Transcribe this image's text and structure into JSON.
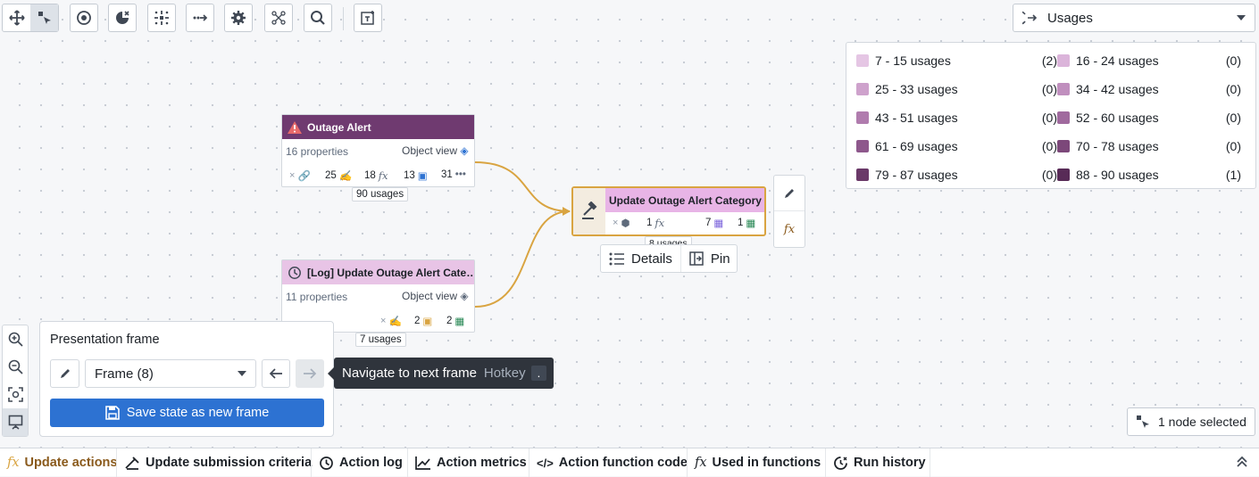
{
  "toolbar": {
    "buttons": [
      "move-icon",
      "select-icon",
      "target-icon",
      "pie-settings-icon",
      "layout-icon",
      "connect-icon",
      "gear-icon",
      "scatter-icon",
      "search-icon",
      "add-text-icon"
    ]
  },
  "usages_select": {
    "label": "Usages"
  },
  "legend": {
    "items": [
      {
        "label": "7 - 15 usages",
        "count": "(2)",
        "color": "#e5c6e4"
      },
      {
        "label": "16 - 24 usages",
        "count": "(0)",
        "color": "#dbb4da"
      },
      {
        "label": "25 - 33 usages",
        "count": "(0)",
        "color": "#cea2cc"
      },
      {
        "label": "34 - 42 usages",
        "count": "(0)",
        "color": "#c08fbe"
      },
      {
        "label": "43 - 51 usages",
        "count": "(0)",
        "color": "#b07cae"
      },
      {
        "label": "52 - 60 usages",
        "count": "(0)",
        "color": "#a06a9e"
      },
      {
        "label": "61 - 69 usages",
        "count": "(0)",
        "color": "#8e588c"
      },
      {
        "label": "70 - 78 usages",
        "count": "(0)",
        "color": "#7c487a"
      },
      {
        "label": "79 - 87 usages",
        "count": "(0)",
        "color": "#6a3968"
      },
      {
        "label": "88 - 90 usages",
        "count": "(1)",
        "color": "#582b57"
      }
    ]
  },
  "nodes": {
    "outage_alert": {
      "title": "Outage Alert",
      "header_color": "#6f3a70",
      "properties": "16 properties",
      "object_view": "Object view",
      "stats": [
        "25",
        "18",
        "13",
        "31"
      ],
      "usages": "90 usages"
    },
    "log_update": {
      "title": "[Log] Update Outage Alert Cate…",
      "header_color": "#e8c4e6",
      "properties": "11 properties",
      "object_view": "Object view",
      "stats": [
        "2",
        "2"
      ],
      "usages": "7 usages"
    },
    "action": {
      "title": "Update Outage Alert Category",
      "stats": [
        "1",
        "7",
        "1"
      ],
      "usages": "8 usages"
    }
  },
  "node_menu": {
    "details": "Details",
    "pin": "Pin"
  },
  "presentation": {
    "title": "Presentation frame",
    "frame_value": "Frame (8)",
    "save_label": "Save state as new frame"
  },
  "tooltip": {
    "text": "Navigate to next frame",
    "hotkey_label": "Hotkey",
    "hotkey": "."
  },
  "selection": {
    "label": "1 node selected"
  },
  "tabs": [
    {
      "label": "Update actions",
      "icon": "function-icon"
    },
    {
      "label": "Update submission criteria",
      "icon": "submission-criteria-icon"
    },
    {
      "label": "Action log",
      "icon": "history-icon"
    },
    {
      "label": "Action metrics",
      "icon": "chart-line-icon"
    },
    {
      "label": "Action function code",
      "icon": "code-icon"
    },
    {
      "label": "Used in functions",
      "icon": "function-icon"
    },
    {
      "label": "Run history",
      "icon": "run-history-icon"
    }
  ],
  "colors": {
    "accent_blue": "#2d72d2",
    "action_border": "#d9a441",
    "active_tab": "#8a5a1c",
    "edge": "#d9a441"
  }
}
